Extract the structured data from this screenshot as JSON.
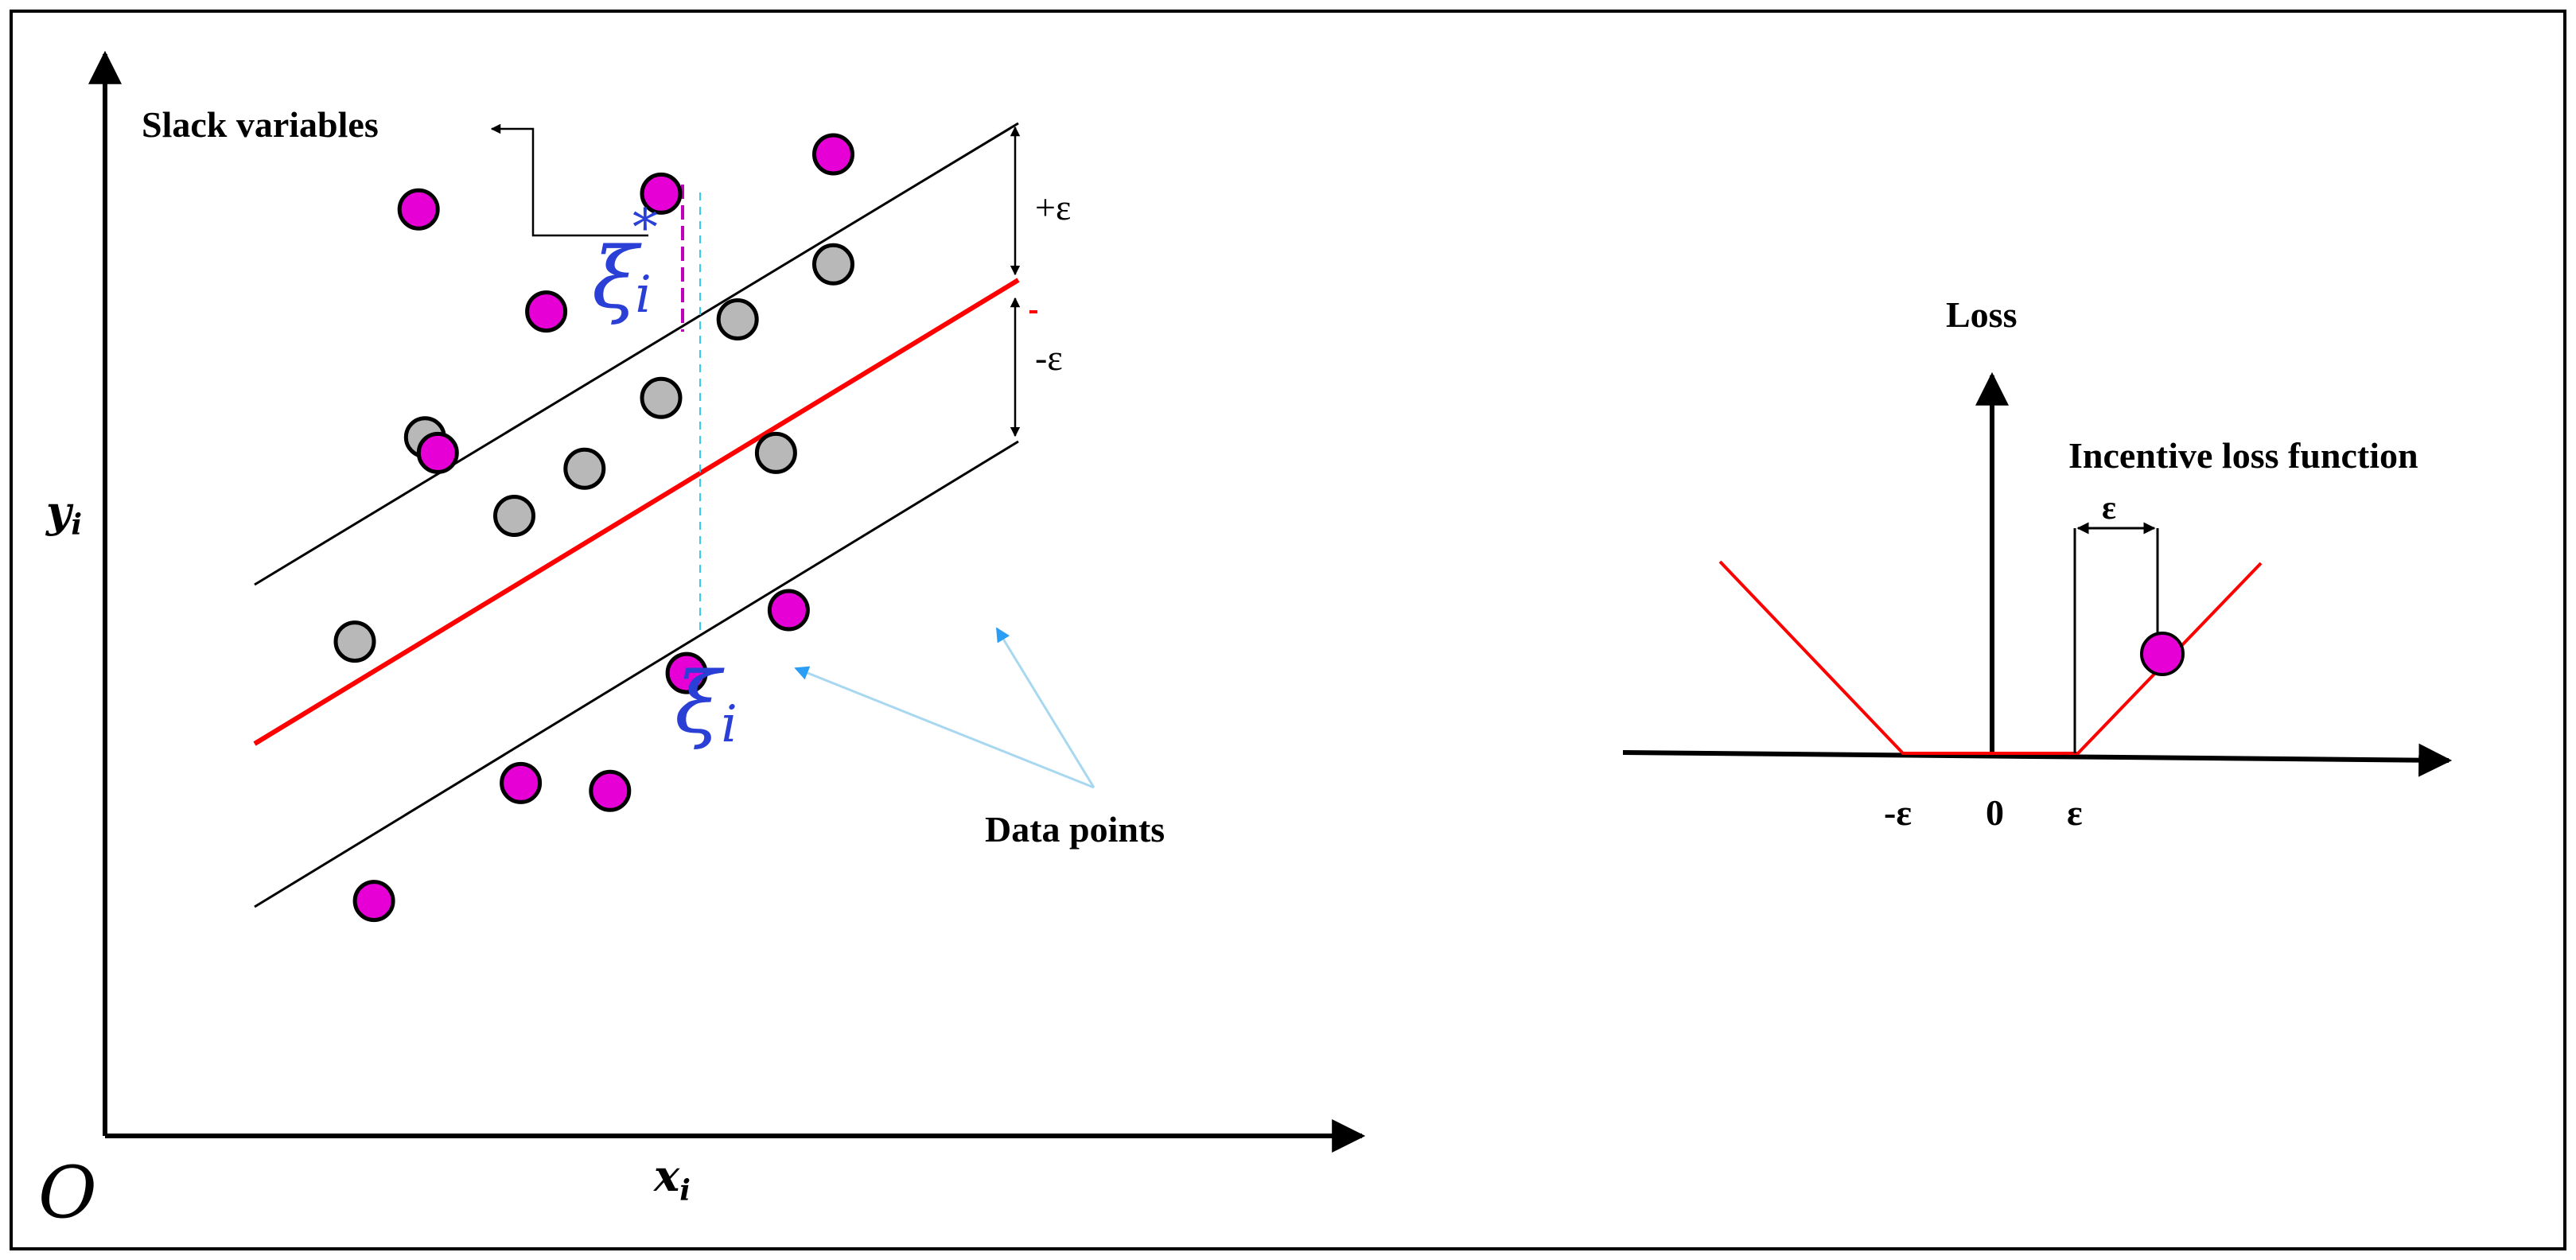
{
  "left_panel": {
    "origin_label": "O",
    "x_axis_label": "x",
    "x_axis_subscript": "i",
    "y_axis_label": "y",
    "y_axis_subscript": "i",
    "slack_label": "Slack variables",
    "xi_star_symbol": "ξ",
    "xi_star_subscript": "i",
    "xi_star_superscript": "*",
    "xi_symbol": "ξ",
    "xi_subscript": "i",
    "plus_eps_label": "+ε",
    "minus_eps_label": "-ε",
    "data_points_label": "Data points",
    "points_outside": [
      [
        0.12,
        0.93
      ],
      [
        0.15,
        0.62
      ],
      [
        0.32,
        0.8
      ],
      [
        0.5,
        0.95
      ],
      [
        0.77,
        1.0
      ],
      [
        0.28,
        0.2
      ],
      [
        0.42,
        0.19
      ],
      [
        0.54,
        0.34
      ],
      [
        0.05,
        0.05
      ],
      [
        0.7,
        0.42
      ]
    ],
    "points_inside": [
      [
        0.13,
        0.64
      ],
      [
        0.27,
        0.54
      ],
      [
        0.38,
        0.6
      ],
      [
        0.5,
        0.69
      ],
      [
        0.62,
        0.79
      ],
      [
        0.77,
        0.86
      ],
      [
        0.68,
        0.62
      ],
      [
        0.02,
        0.38
      ]
    ]
  },
  "right_panel": {
    "loss_label": "Loss",
    "incentive_label": "Incentive loss function",
    "eps_bracket_label": "ε",
    "tick_minus_eps": "-ε",
    "tick_zero": "0",
    "tick_eps": "ε"
  },
  "colors": {
    "outside_point": "#e600d6",
    "inside_point": "#b8b8b8",
    "regression_line": "#ff0000",
    "tube_line": "#000000",
    "symbol_blue": "#2a3fd6",
    "connector_light_blue": "#a8d8f0",
    "slack_dash_magenta": "#c000b8",
    "slack_dash_cyan": "#33ccee"
  }
}
